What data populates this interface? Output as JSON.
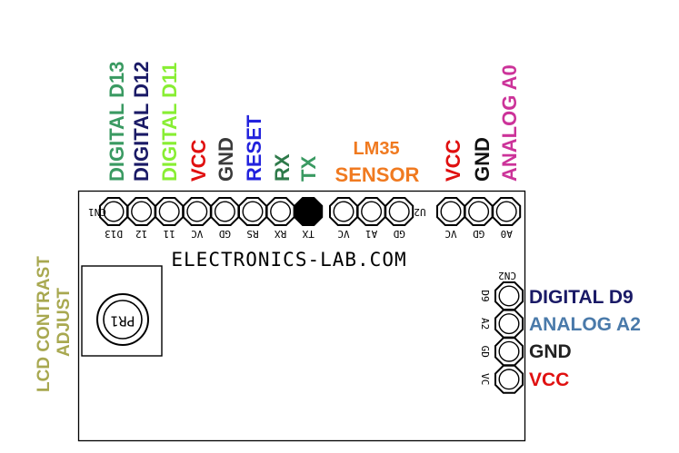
{
  "top_labels": [
    {
      "text": "DIGITAL D13",
      "color": "#3a9a62"
    },
    {
      "text": "DIGITAL D12",
      "color": "#1a1a66"
    },
    {
      "text": "DIGITAL D11",
      "color": "#88ee33"
    },
    {
      "text": "VCC",
      "color": "#e01010"
    },
    {
      "text": "GND",
      "color": "#3a3a3a"
    },
    {
      "text": "RESET",
      "color": "#2222dd"
    },
    {
      "text": "RX",
      "color": "#2e7a4a"
    },
    {
      "text": "TX",
      "color": "#3a9a62"
    }
  ],
  "sensor_label": {
    "line1": "LM35",
    "line2": "SENSOR",
    "color": "#f07a20"
  },
  "cn3_top_labels": [
    {
      "text": "VCC",
      "color": "#e01010"
    },
    {
      "text": "GND",
      "color": "#111111"
    },
    {
      "text": "ANALOG A0",
      "color": "#cc3399"
    }
  ],
  "right_labels": [
    {
      "text": "DIGITAL D9",
      "color": "#1a1a66"
    },
    {
      "text": "ANALOG A2",
      "color": "#4a7aaa"
    },
    {
      "text": "GND",
      "color": "#222222"
    },
    {
      "text": "VCC",
      "color": "#e01010"
    }
  ],
  "left_label": {
    "line1": "LCD CONTRAST",
    "line2": "ADJUST",
    "color": "#a8a850"
  },
  "silkscreen": {
    "brand": "ELECTRONICS-LAB.COM",
    "cn1": "CN1",
    "cn2": "CN2",
    "u2": "U2",
    "pr1": "PR1",
    "cn1_pins": [
      "D13",
      "12",
      "11",
      "VC",
      "GD",
      "RS",
      "RX",
      "TX"
    ],
    "u2_pins": [
      "VC",
      "A1",
      "GD"
    ],
    "cn3_pins": [
      "VC",
      "GD",
      "A0"
    ],
    "cn2_pins": [
      "D9",
      "A2",
      "GD",
      "VC"
    ]
  },
  "colors": {
    "outline": "#000000",
    "pin_fill": "#ffffff",
    "tx_fill": "#000000"
  }
}
